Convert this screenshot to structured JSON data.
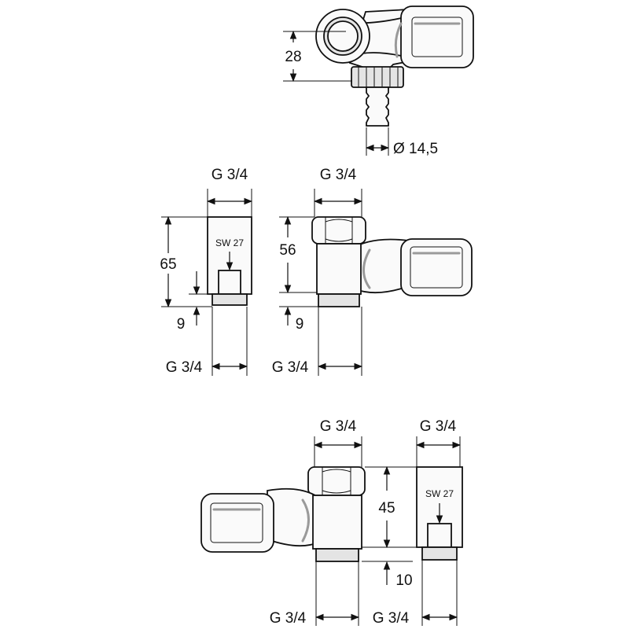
{
  "top_view": {
    "height_label": "28",
    "hose_diameter_label": "Ø 14,5"
  },
  "left_view": {
    "top_thread_label": "G 3/4",
    "wrench_label": "SW 27",
    "height_label": "65",
    "offset_label": "9",
    "bottom_thread_label": "G 3/4"
  },
  "middle_view": {
    "top_thread_label": "G 3/4",
    "height_label": "56",
    "offset_label": "9",
    "bottom_thread_label": "G 3/4"
  },
  "bottom_view": {
    "top_thread_left_label": "G 3/4",
    "top_thread_right_label": "G 3/4",
    "wrench_label": "SW 27",
    "height_label": "45",
    "offset_label": "10",
    "bottom_thread_left_label": "G 3/4",
    "bottom_thread_right_label": "G 3/4"
  }
}
